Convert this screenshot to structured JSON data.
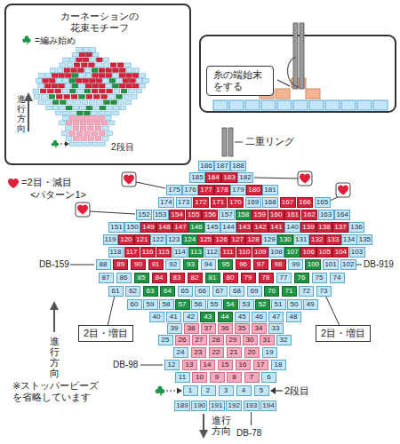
{
  "diagram": {
    "nodes": [
      {
        "text": [
          "カーネーションの 花束モチーフ",
          "=編み始め",
          "進行方向",
          "2段目"
        ]
      },
      {
        "text": [
          "糸の端始末 をする"
        ]
      },
      {
        "text": [
          "2目・増目"
        ]
      },
      {
        "text": [
          "2目・増目"
        ]
      },
      {
        "text": [
          "1"
        ]
      },
      {
        "text": [
          "2"
        ]
      },
      {
        "text": [
          "3"
        ]
      },
      {
        "text": [
          "4"
        ]
      },
      {
        "text": [
          "5"
        ]
      },
      {
        "text": [
          "6"
        ]
      },
      {
        "text": [
          "7"
        ]
      },
      {
        "text": [
          "8"
        ]
      },
      {
        "text": [
          "9"
        ]
      },
      {
        "text": [
          "10"
        ]
      },
      {
        "text": [
          "11"
        ]
      },
      {
        "text": [
          "12"
        ]
      },
      {
        "text": [
          "13"
        ]
      },
      {
        "text": [
          "14"
        ]
      },
      {
        "text": [
          "15"
        ]
      },
      {
        "text": [
          "16"
        ]
      },
      {
        "text": [
          "17"
        ]
      },
      {
        "text": [
          "18"
        ]
      },
      {
        "text": [
          "19"
        ]
      },
      {
        "text": [
          "20"
        ]
      },
      {
        "text": [
          "21"
        ]
      },
      {
        "text": [
          "22"
        ]
      },
      {
        "text": [
          "23"
        ]
      },
      {
        "text": [
          "24"
        ]
      },
      {
        "text": [
          "25"
        ]
      },
      {
        "text": [
          "26"
        ]
      },
      {
        "text": [
          "27"
        ]
      },
      {
        "text": [
          "28"
        ]
      },
      {
        "text": [
          "29"
        ]
      },
      {
        "text": [
          "30"
        ]
      },
      {
        "text": [
          "31"
        ]
      },
      {
        "text": [
          "32"
        ]
      },
      {
        "text": [
          "33"
        ]
      },
      {
        "text": [
          "34"
        ]
      },
      {
        "text": [
          "35"
        ]
      },
      {
        "text": [
          "36"
        ]
      },
      {
        "text": [
          "37"
        ]
      },
      {
        "text": [
          "38"
        ]
      },
      {
        "text": [
          "39"
        ]
      },
      {
        "text": [
          "40"
        ]
      },
      {
        "text": [
          "41"
        ]
      },
      {
        "text": [
          "42"
        ]
      },
      {
        "text": [
          "43"
        ]
      },
      {
        "text": [
          "44"
        ]
      },
      {
        "text": [
          "45"
        ]
      },
      {
        "text": [
          "46"
        ]
      },
      {
        "text": [
          "47"
        ]
      },
      {
        "text": [
          "48"
        ]
      },
      {
        "text": [
          "49"
        ]
      },
      {
        "text": [
          "50"
        ]
      },
      {
        "text": [
          "51"
        ]
      },
      {
        "text": [
          "52"
        ]
      },
      {
        "text": [
          "53"
        ]
      },
      {
        "text": [
          "54"
        ]
      },
      {
        "text": [
          "55"
        ]
      },
      {
        "text": [
          "56"
        ]
      },
      {
        "text": [
          "57"
        ]
      },
      {
        "text": [
          "58"
        ]
      },
      {
        "text": [
          "59"
        ]
      },
      {
        "text": [
          "60"
        ]
      },
      {
        "text": [
          "61"
        ]
      },
      {
        "text": [
          "62"
        ]
      },
      {
        "text": [
          "63"
        ]
      },
      {
        "text": [
          "64"
        ]
      },
      {
        "text": [
          "65"
        ]
      },
      {
        "text": [
          "66"
        ]
      },
      {
        "text": [
          "67"
        ]
      },
      {
        "text": [
          "68"
        ]
      },
      {
        "text": [
          "69"
        ]
      },
      {
        "text": [
          "70"
        ]
      },
      {
        "text": [
          "71"
        ]
      },
      {
        "text": [
          "72"
        ]
      },
      {
        "text": [
          "73"
        ]
      },
      {
        "text": [
          "74"
        ]
      },
      {
        "text": [
          "75"
        ]
      },
      {
        "text": [
          "76"
        ]
      },
      {
        "text": [
          "77"
        ]
      },
      {
        "text": [
          "78"
        ]
      },
      {
        "text": [
          "79"
        ]
      },
      {
        "text": [
          "80"
        ]
      },
      {
        "text": [
          "81"
        ]
      },
      {
        "text": [
          "82"
        ]
      },
      {
        "text": [
          "83"
        ]
      },
      {
        "text": [
          "84"
        ]
      },
      {
        "text": [
          "85"
        ]
      },
      {
        "text": [
          "86"
        ]
      },
      {
        "text": [
          "87"
        ]
      },
      {
        "text": [
          "88"
        ]
      },
      {
        "text": [
          "89"
        ]
      },
      {
        "text": [
          "90"
        ]
      },
      {
        "text": [
          "91"
        ]
      },
      {
        "text": [
          "92"
        ]
      },
      {
        "text": [
          "93"
        ]
      },
      {
        "text": [
          "94"
        ]
      },
      {
        "text": [
          "95"
        ]
      },
      {
        "text": [
          "96"
        ]
      },
      {
        "text": [
          "97"
        ]
      },
      {
        "text": [
          "98"
        ]
      },
      {
        "text": [
          "99"
        ]
      },
      {
        "text": [
          "100"
        ]
      },
      {
        "text": [
          "101"
        ]
      },
      {
        "text": [
          "102"
        ]
      },
      {
        "text": [
          "103"
        ]
      },
      {
        "text": [
          "104"
        ]
      },
      {
        "text": [
          "105"
        ]
      },
      {
        "text": [
          "106"
        ]
      },
      {
        "text": [
          "107"
        ]
      },
      {
        "text": [
          "108"
        ]
      },
      {
        "text": [
          "109"
        ]
      },
      {
        "text": [
          "110"
        ]
      },
      {
        "text": [
          "111"
        ]
      },
      {
        "text": [
          "112"
        ]
      },
      {
        "text": [
          "113"
        ]
      },
      {
        "text": [
          "114"
        ]
      },
      {
        "text": [
          "115"
        ]
      },
      {
        "text": [
          "116"
        ]
      },
      {
        "text": [
          "117"
        ]
      },
      {
        "text": [
          "118"
        ]
      },
      {
        "text": [
          "119"
        ]
      },
      {
        "text": [
          "120"
        ]
      },
      {
        "text": [
          "121"
        ]
      },
      {
        "text": [
          "122"
        ]
      },
      {
        "text": [
          "123"
        ]
      },
      {
        "text": [
          "124"
        ]
      },
      {
        "text": [
          "125"
        ]
      },
      {
        "text": [
          "126"
        ]
      },
      {
        "text": [
          "127"
        ]
      },
      {
        "text": [
          "128"
        ]
      },
      {
        "text": [
          "129"
        ]
      },
      {
        "text": [
          "130"
        ]
      },
      {
        "text": [
          "131"
        ]
      },
      {
        "text": [
          "132"
        ]
      },
      {
        "text": [
          "133"
        ]
      },
      {
        "text": [
          "134"
        ]
      },
      {
        "text": [
          "135"
        ]
      },
      {
        "text": [
          "136"
        ]
      },
      {
        "text": [
          "137"
        ]
      },
      {
        "text": [
          "138"
        ]
      },
      {
        "text": [
          "139"
        ]
      },
      {
        "text": [
          "140"
        ]
      },
      {
        "text": [
          "141"
        ]
      },
      {
        "text": [
          "142"
        ]
      },
      {
        "text": [
          "143"
        ]
      },
      {
        "text": [
          "144"
        ]
      },
      {
        "text": [
          "145"
        ]
      },
      {
        "text": [
          "146"
        ]
      },
      {
        "text": [
          "147"
        ]
      },
      {
        "text": [
          "148"
        ]
      },
      {
        "text": [
          "149"
        ]
      },
      {
        "text": [
          "150"
        ]
      },
      {
        "text": [
          "151"
        ]
      },
      {
        "text": [
          "152"
        ]
      },
      {
        "text": [
          "153"
        ]
      },
      {
        "text": [
          "154"
        ]
      },
      {
        "text": [
          "155"
        ]
      },
      {
        "text": [
          "156"
        ]
      },
      {
        "text": [
          "157"
        ]
      },
      {
        "text": [
          "158"
        ]
      },
      {
        "text": [
          "159"
        ]
      },
      {
        "text": [
          "160"
        ]
      },
      {
        "text": [
          "161"
        ]
      },
      {
        "text": [
          "162"
        ]
      },
      {
        "text": [
          "163"
        ]
      },
      {
        "text": [
          "164"
        ]
      },
      {
        "text": [
          "165"
        ]
      },
      {
        "text": [
          "166"
        ]
      },
      {
        "text": [
          "167"
        ]
      },
      {
        "text": [
          "168"
        ]
      },
      {
        "text": [
          "169"
        ]
      },
      {
        "text": [
          "170"
        ]
      },
      {
        "text": [
          "171"
        ]
      },
      {
        "text": [
          "172"
        ]
      },
      {
        "text": [
          "173"
        ]
      },
      {
        "text": [
          "174"
        ]
      },
      {
        "text": [
          "175"
        ]
      },
      {
        "text": [
          "176"
        ]
      },
      {
        "text": [
          "177"
        ]
      },
      {
        "text": [
          "178"
        ]
      },
      {
        "text": [
          "179"
        ]
      },
      {
        "text": [
          "180"
        ]
      },
      {
        "text": [
          "181"
        ]
      },
      {
        "text": [
          "182"
        ]
      },
      {
        "text": [
          "183"
        ]
      },
      {
        "text": [
          "184"
        ]
      },
      {
        "text": [
          "185"
        ]
      },
      {
        "text": [
          "186"
        ]
      },
      {
        "text": [
          "187"
        ]
      },
      {
        "text": [
          "188"
        ]
      },
      {
        "text": [
          "189"
        ]
      },
      {
        "text": [
          "190"
        ]
      },
      {
        "text": [
          "191"
        ]
      },
      {
        "text": [
          "192"
        ]
      },
      {
        "text": [
          "193"
        ]
      },
      {
        "text": [
          "194"
        ]
      }
    ],
    "edges": [
      {
        "from": 2,
        "to": 64,
        "arrow": "none"
      },
      {
        "from": 3,
        "to": 76,
        "arrow": "none"
      }
    ],
    "labels": [
      "二重リング",
      "=2目・減目",
      "<パターン1>",
      "DB-159",
      "DB-919",
      "進行方向",
      "2段目",
      "DB-98",
      "※ストッパービーズ を省略しています",
      "進行方向",
      "DB-78"
    ]
  }
}
